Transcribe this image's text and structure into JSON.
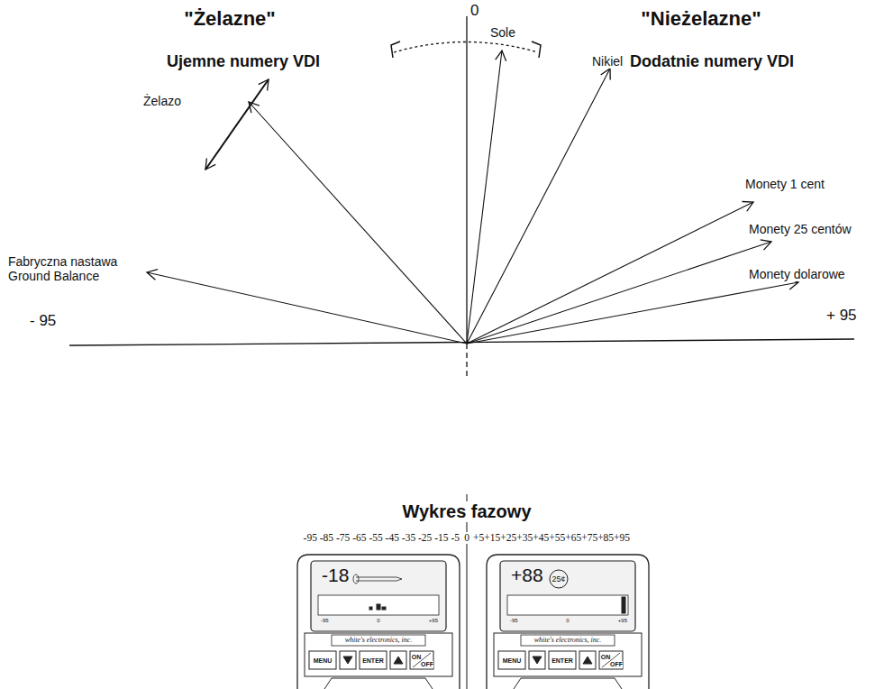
{
  "diagram": {
    "title": "Wykres fazowy",
    "labels": [
      "\"Żelazne\"",
      "0",
      "Sole",
      "\"Nieżelazne\"",
      "Ujemne numery VDI",
      "Nikiel",
      "Dodatnie numery VDI",
      "Żelazo",
      "Monety 1 cent",
      "Monety 25 centów",
      "Monety dolarowe",
      "Fabryczna nastawa Ground Balance",
      "- 95",
      "+ 95",
      "-95 -85 -75 -65 -55 -45 -35 -25 -15 -5",
      "0",
      "+5+15+25+35+45+55+65+75+85+95",
      "-18",
      "-95",
      "0",
      "+95",
      "white's electronics, inc.",
      "MENU",
      "ENTER",
      "ON",
      "OFF",
      "+88",
      "25¢",
      "-95",
      "0",
      "+95",
      "white's electronics, inc.",
      "MENU",
      "ENTER",
      "ON",
      "OFF"
    ]
  }
}
